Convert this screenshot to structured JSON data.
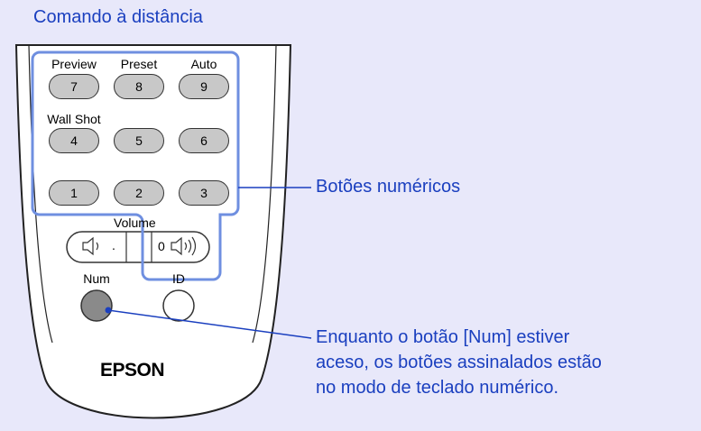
{
  "title": "Comando à distância",
  "buttons": {
    "row1": [
      {
        "top_label": "Preview",
        "value": "7"
      },
      {
        "top_label": "Preset",
        "value": "8"
      },
      {
        "top_label": "Auto",
        "value": "9"
      }
    ],
    "row2": [
      {
        "top_label": "Wall Shot",
        "value": "4"
      },
      {
        "top_label": "",
        "value": "5"
      },
      {
        "top_label": "",
        "value": "6"
      }
    ],
    "row3": [
      {
        "top_label": "",
        "value": "1"
      },
      {
        "top_label": "",
        "value": "2"
      },
      {
        "top_label": "",
        "value": "3"
      }
    ]
  },
  "volume": {
    "label": "Volume",
    "left_dot": ".",
    "right_zero": "0"
  },
  "lower_buttons": {
    "num_label": "Num",
    "id_label": "ID"
  },
  "logo": "EPSON",
  "callouts": {
    "numeric_buttons": "Botões numéricos",
    "num_note_line1": "Enquanto o botão [Num] estiver",
    "num_note_line2": "aceso, os botões assinalados estão",
    "num_note_line3": "no modo de teclado numérico."
  },
  "colors": {
    "accent_text": "#1a3fbf",
    "highlight_outline": "#6f8fe0",
    "background": "#e8e8fa",
    "remote_body": "#ffffff",
    "button_fill": "#c8c8c8"
  }
}
